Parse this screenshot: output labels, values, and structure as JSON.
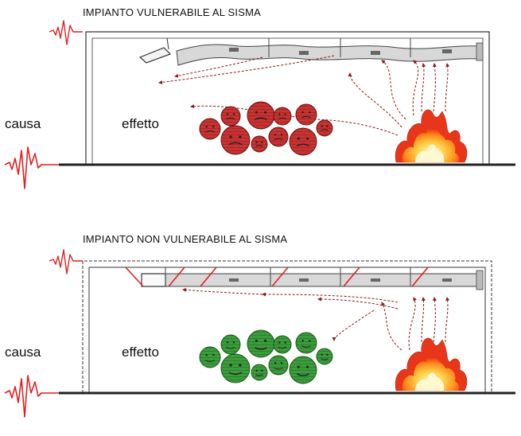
{
  "scenarios": [
    {
      "title": "IMPIANTO VULNERABILE  AL SISMA",
      "cause_label": "causa",
      "effect_label": "effetto",
      "state": "damaged",
      "people_color": "#c83232",
      "people_stroke": "#6e1010"
    },
    {
      "title": "IMPIANTO NON VULNERABILE  AL SISMA",
      "cause_label": "causa",
      "effect_label": "effetto",
      "state": "braced",
      "people_color": "#3a9c3a",
      "people_stroke": "#1d5a1d"
    }
  ],
  "colors": {
    "seismic_wave": "#e02020",
    "smoke_arrows": "#8b1a1a",
    "brace": "#e02020",
    "outline": "#333333",
    "ground": "#222222",
    "duct": "#d8d8d8"
  },
  "icons": [
    "seismic-wave-icon",
    "fire-icon",
    "person-face-icon",
    "duct-icon",
    "smoke-flow-icon",
    "diffuser-icon"
  ]
}
